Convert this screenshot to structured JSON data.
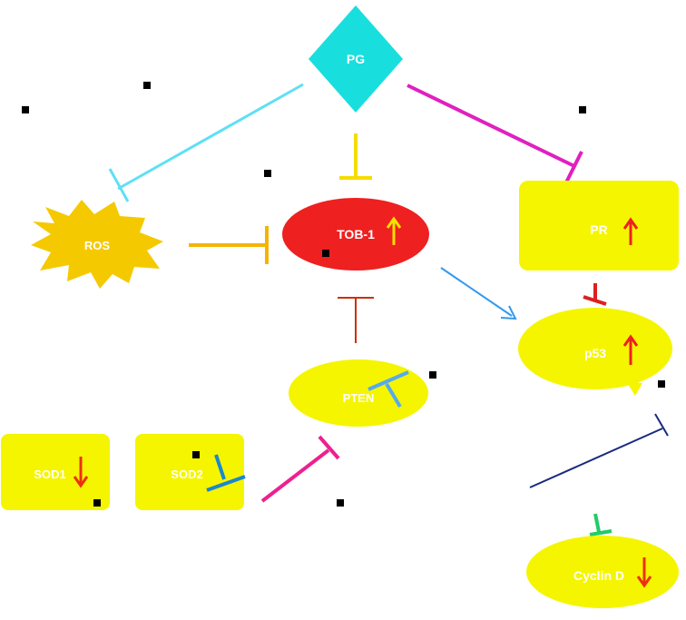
{
  "nodes": {
    "pg": {
      "label": "PG"
    },
    "ros": {
      "label": "ROS"
    },
    "tob1": {
      "label": "TOB-1",
      "indicator": "up"
    },
    "pr": {
      "label": "PR",
      "indicator": "up"
    },
    "p53": {
      "label": "p53",
      "indicator": "up"
    },
    "pten": {
      "label": "PTEN"
    },
    "sod1": {
      "label": "SOD1",
      "indicator": "down"
    },
    "sod2": {
      "label": "SOD2"
    },
    "cyclind": {
      "label": "Cyclin D",
      "indicator": "down"
    }
  },
  "colors": {
    "node_yellow": "#f5f500",
    "tob1_red": "#ee2020",
    "pg_cyan": "#19dede",
    "ros_star": "#f5c900",
    "pg_ros_edge": "#5ee0f5",
    "pg_tob1_edge": "#f5dc00",
    "pg_pr_edge": "#e020c0",
    "ros_tob1_edge": "#f5b400",
    "pten_tob1_edge": "#cc3010",
    "tob1_p53_edge": "#3399ee",
    "pr_p53_edge": "#dd2020",
    "sod2_pten_edge": "#ee2090",
    "p53_cyclind_edge": "#1a2a80",
    "cyclind_bar": "#22cc66",
    "pten_bar": "#55aaee",
    "sod2_bar": "#1a88cc",
    "up_arrow_red": "#ee2020",
    "up_arrow_yellow": "#f5e000",
    "down_arrow": "#ee3010"
  }
}
